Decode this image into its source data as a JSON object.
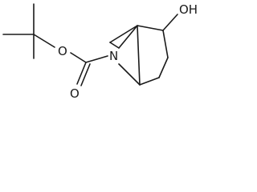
{
  "structure": {
    "atoms": {
      "oxygen_ester": "O",
      "oxygen_carbonyl": "O",
      "nitrogen_bridge": "N",
      "hydroxyl": "OH"
    }
  }
}
